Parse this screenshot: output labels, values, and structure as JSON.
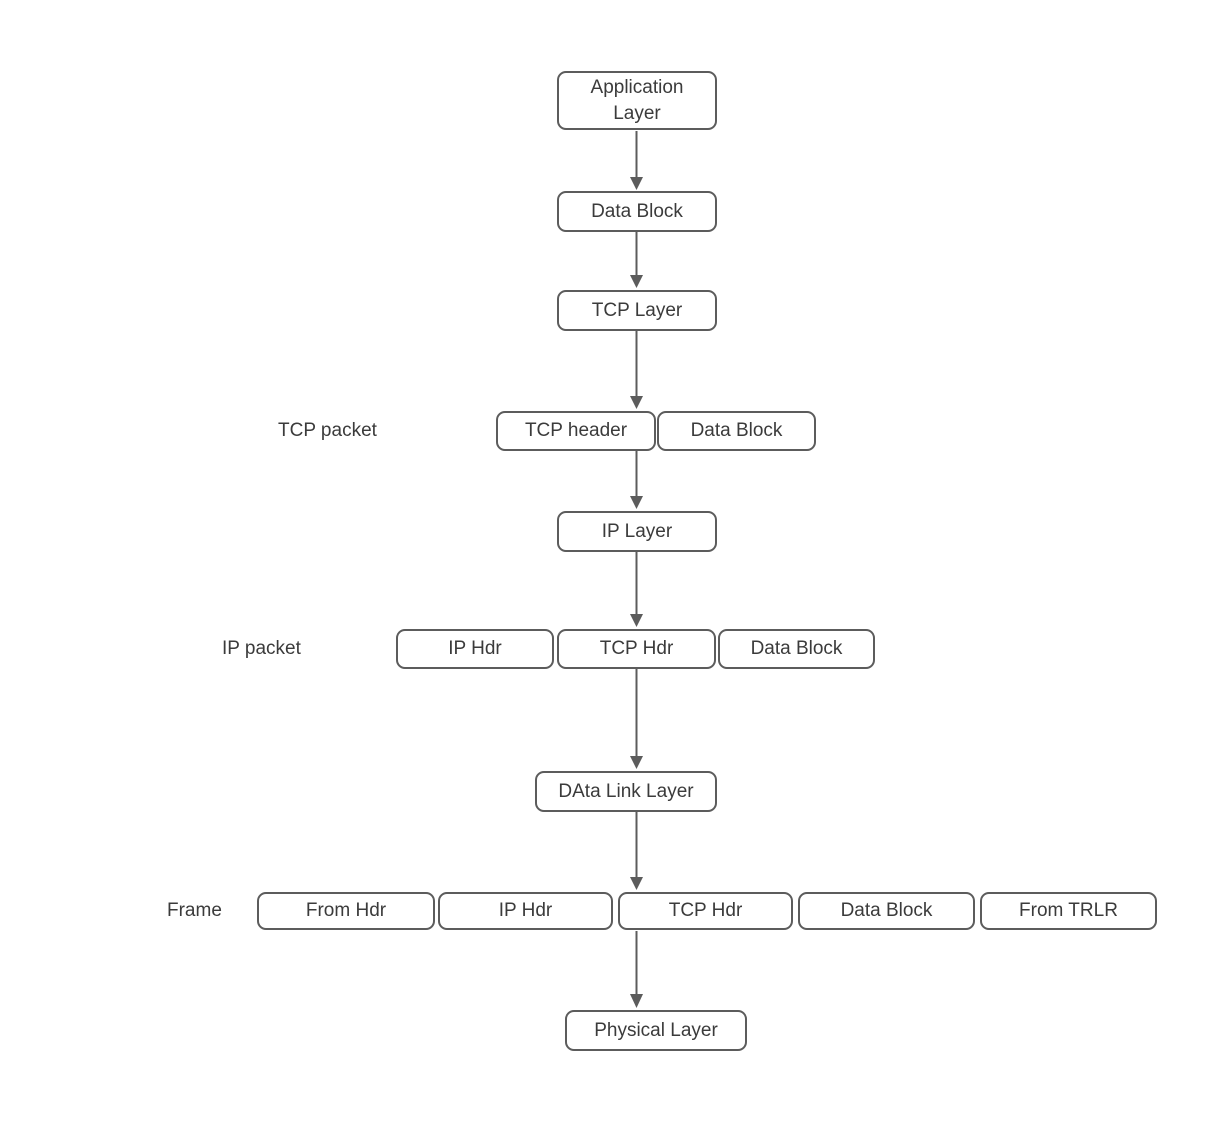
{
  "colors": {
    "background": "#ffffff",
    "box_border": "#5c5c5c",
    "box_fill": "#ffffff",
    "text": "#3b3b3b",
    "arrow": "#5c5c5c"
  },
  "nodes": {
    "application_layer": "Application Layer",
    "data_block": "Data Block",
    "tcp_layer": "TCP Layer",
    "ip_layer": "IP Layer",
    "data_link_layer": "DAta Link Layer",
    "physical_layer": "Physical Layer"
  },
  "rows": {
    "tcp_packet": {
      "label": "TCP packet",
      "segments": [
        "TCP header",
        "Data Block"
      ]
    },
    "ip_packet": {
      "label": "IP packet",
      "segments": [
        "IP Hdr",
        "TCP Hdr",
        "Data Block"
      ]
    },
    "frame": {
      "label": "Frame",
      "segments": [
        "From Hdr",
        "IP Hdr",
        "TCP Hdr",
        "Data Block",
        "From TRLR"
      ]
    }
  }
}
